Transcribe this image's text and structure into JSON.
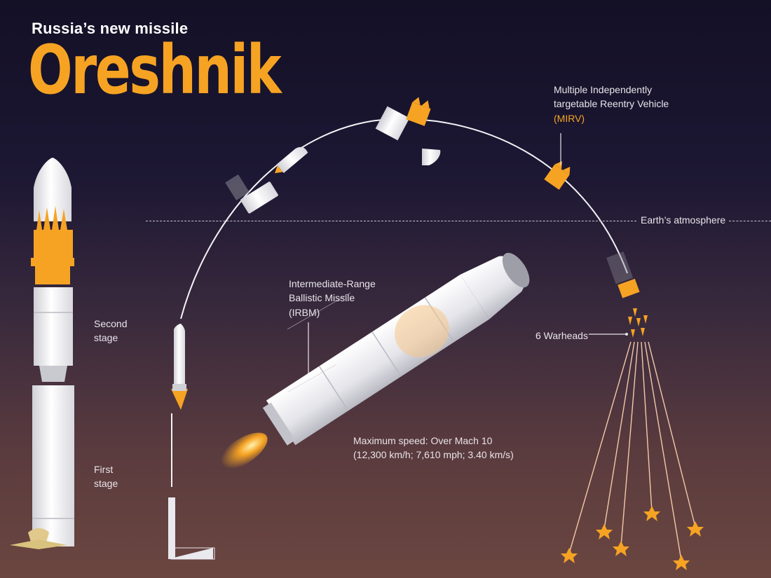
{
  "header": {
    "subtitle": "Russia’s new missile",
    "title": "Oreshnik"
  },
  "labels": {
    "second_stage": [
      "Second",
      "stage"
    ],
    "first_stage": [
      "First",
      "stage"
    ],
    "mirv_line1": "Multiple Independently",
    "mirv_line2": "targetable Reentry Vehicle",
    "mirv_abbr": "(MIRV)",
    "atmosphere": "Earth’s atmosphere",
    "irbm_line1": "Intermediate-Range",
    "irbm_line2": "Ballistic Missile",
    "irbm_abbr": "(IRBM)",
    "warheads": "6 Warheads",
    "speed_line1": "Maximum speed: Over Mach 10",
    "speed_line2": "(12,300 km/h; 7,610 mph; 3.40 km/s)"
  },
  "colors": {
    "accent": "#f6a323",
    "missile_body": "#e9e9ee",
    "text": "#e8e4ea"
  },
  "icons": [
    "missile-stack-icon",
    "launch-pad-icon",
    "warhead-icon",
    "impact-burst-icon",
    "forum-logo-icon"
  ]
}
